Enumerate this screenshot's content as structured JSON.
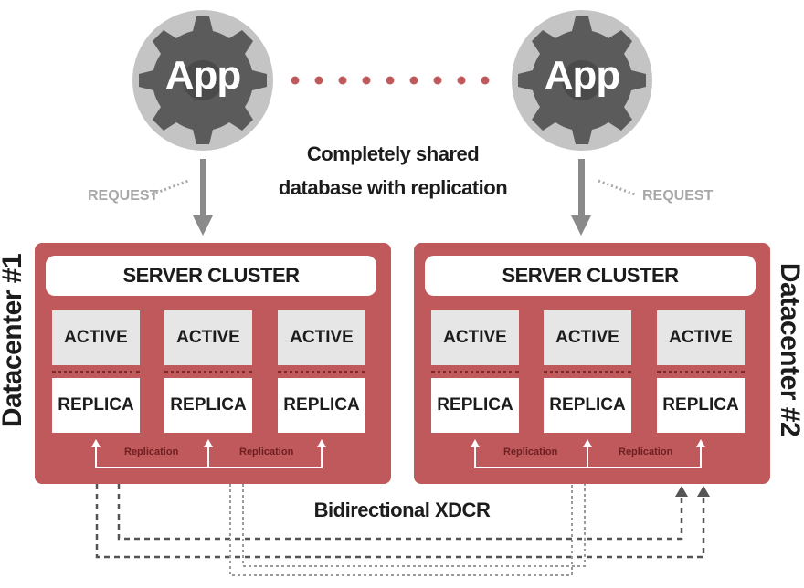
{
  "apps": [
    {
      "label": "App"
    },
    {
      "label": "App"
    }
  ],
  "caption": {
    "line1": "Completely shared",
    "line2": "database with replication"
  },
  "request_label": "REQUEST",
  "datacenters": [
    {
      "name": "Datacenter #1",
      "cluster_label": "SERVER CLUSTER",
      "nodes": [
        {
          "active": "ACTIVE",
          "replica": "REPLICA"
        },
        {
          "active": "ACTIVE",
          "replica": "REPLICA"
        },
        {
          "active": "ACTIVE",
          "replica": "REPLICA"
        }
      ],
      "replication_labels": [
        "Replication",
        "Replication"
      ]
    },
    {
      "name": "Datacenter #2",
      "cluster_label": "SERVER CLUSTER",
      "nodes": [
        {
          "active": "ACTIVE",
          "replica": "REPLICA"
        },
        {
          "active": "ACTIVE",
          "replica": "REPLICA"
        },
        {
          "active": "ACTIVE",
          "replica": "REPLICA"
        }
      ],
      "replication_labels": [
        "Replication",
        "Replication"
      ]
    }
  ],
  "xdcr_label": "Bidirectional XDCR",
  "colors": {
    "datacenter": "#c0595b",
    "gear": "#5b5b5b",
    "gear_outline": "#b8b8b8",
    "link_dots": "#c0595b",
    "arrow": "#8a8a8a",
    "xdcr_dash": "#555555"
  },
  "icons": [
    "gear-icon",
    "down-arrow-icon",
    "up-arrow-icon"
  ]
}
